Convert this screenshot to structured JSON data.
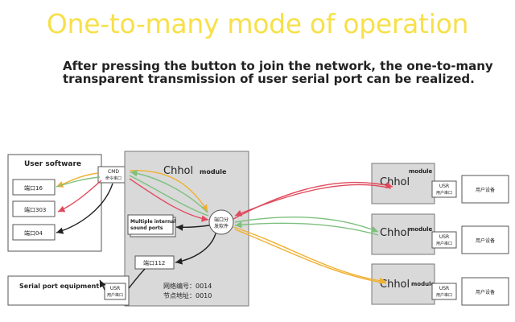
{
  "title": "One-to-many mode of operation",
  "subtitle": {
    "line1": "After pressing the button to join the network, the one-to-many",
    "line2": "transparent transmission of user serial port can be realized."
  },
  "diagram": {
    "user_software": {
      "title": "User software",
      "ports": [
        "端口16",
        "端口303",
        "端口04"
      ]
    },
    "cmd_box": {
      "line1": "CMD",
      "line2": "命令串口"
    },
    "central_module": {
      "brand": "Chhol",
      "suffix": "module",
      "sound_ports_line1": "Multiple internal",
      "sound_ports_line2": "sound ports",
      "dispatch_line1": "端口分",
      "dispatch_line2": "发软件",
      "port112": "端口112",
      "network_id": "网络编号：0014",
      "node_address": "节点地址：0010"
    },
    "serial_equipment": {
      "title": "Serial port equipment",
      "usr_line1": "USR",
      "usr_line2": "用户串口"
    },
    "remote_modules": [
      {
        "brand": "Chhol",
        "suffix": "module",
        "usr_line1": "USR",
        "usr_line2": "用户串口",
        "device": "用户设备"
      },
      {
        "brand": "Chhol",
        "suffix": "module",
        "usr_line1": "USR",
        "usr_line2": "用户串口",
        "device": "用户设备"
      },
      {
        "brand": "Chhol",
        "suffix": "module",
        "usr_line1": "USR",
        "usr_line2": "用户串口",
        "device": "用户设备"
      }
    ],
    "colors": {
      "title": "#f7e04a",
      "arrow_red": "#e04a5c",
      "arrow_green": "#7ec07e",
      "arrow_orange": "#f0b030",
      "arrow_dark": "#222222",
      "module_fill": "#d9d9d9"
    }
  }
}
